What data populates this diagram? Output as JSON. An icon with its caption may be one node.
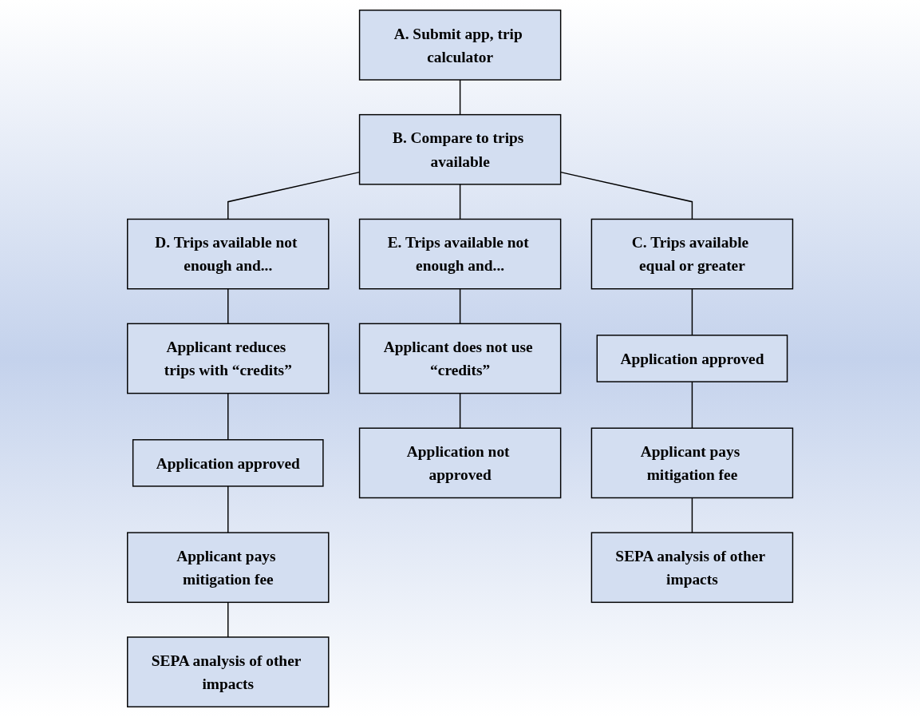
{
  "diagram": {
    "nodes": [
      {
        "text": [
          "A. Submit app, trip calculator"
        ]
      },
      {
        "text": [
          "B. Compare to trips available"
        ]
      },
      {
        "text": [
          "C. Trips available equal or greater"
        ]
      },
      {
        "text": [
          "D. Trips available not enough and..."
        ]
      },
      {
        "text": [
          "E. Trips available not enough and..."
        ]
      },
      {
        "text": [
          "Applicant reduces trips with “credits”"
        ]
      },
      {
        "text": [
          "Applicant does not use “credits”"
        ]
      },
      {
        "text": [
          "Application approved"
        ]
      },
      {
        "text": [
          "Application approved"
        ]
      },
      {
        "text": [
          "Application not approved"
        ]
      },
      {
        "text": [
          "Applicant pays mitigation fee"
        ]
      },
      {
        "text": [
          "Applicant pays mitigation fee"
        ]
      },
      {
        "text": [
          "SEPA analysis of other impacts"
        ]
      },
      {
        "text": [
          "SEPA analysis of other impacts"
        ]
      }
    ],
    "edges": [
      {
        "from": 0,
        "to": 1,
        "arrow": "none"
      },
      {
        "from": 1,
        "to": 2,
        "arrow": "none"
      },
      {
        "from": 1,
        "to": 3,
        "arrow": "none"
      },
      {
        "from": 1,
        "to": 4,
        "arrow": "none"
      },
      {
        "from": 2,
        "to": 7,
        "arrow": "none"
      },
      {
        "from": 3,
        "to": 5,
        "arrow": "none"
      },
      {
        "from": 4,
        "to": 6,
        "arrow": "none"
      },
      {
        "from": 5,
        "to": 8,
        "arrow": "none"
      },
      {
        "from": 6,
        "to": 9,
        "arrow": "none"
      },
      {
        "from": 7,
        "to": 10,
        "arrow": "none"
      },
      {
        "from": 8,
        "to": 11,
        "arrow": "none"
      },
      {
        "from": 10,
        "to": 12,
        "arrow": "none"
      },
      {
        "from": 11,
        "to": 13,
        "arrow": "none"
      }
    ]
  }
}
